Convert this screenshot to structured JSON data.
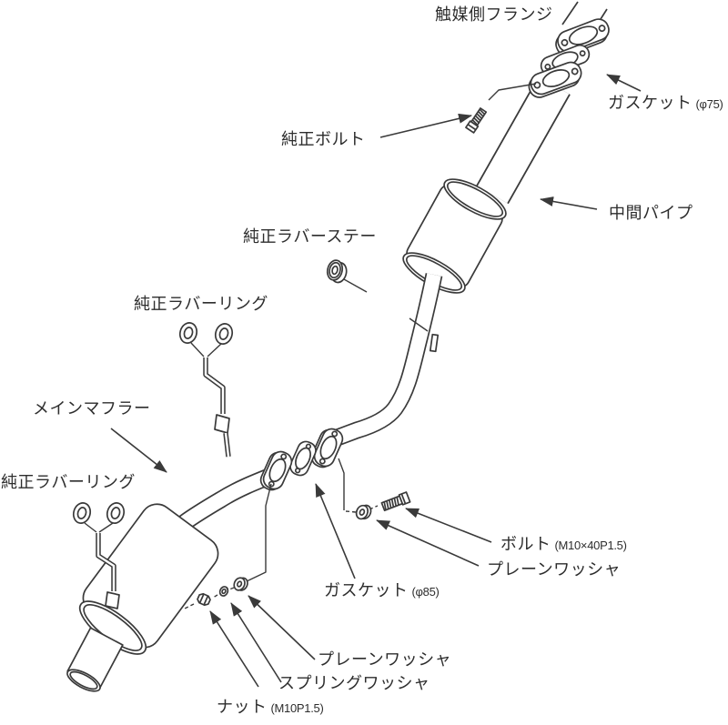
{
  "figure": {
    "type": "exhaust-system-parts-diagram",
    "background_color": "#ffffff",
    "line_color": "#3a3a3a",
    "text_color": "#2d2d2d"
  },
  "labels": {
    "catalyst_flange": {
      "text": "触媒側フランジ"
    },
    "gasket_75": {
      "text": "ガスケット",
      "spec": "(φ75)"
    },
    "stock_bolt": {
      "text": "純正ボルト"
    },
    "mid_pipe": {
      "text": "中間パイプ"
    },
    "stock_rubber_stay": {
      "text": "純正ラバーステー"
    },
    "stock_rubber_ring_upper": {
      "text": "純正ラバーリング"
    },
    "main_muffler": {
      "text": "メインマフラー"
    },
    "stock_rubber_ring_lower": {
      "text": "純正ラバーリング"
    },
    "bolt_m10": {
      "text": "ボルト",
      "spec": "(M10×40P1.5)"
    },
    "plain_washer_right": {
      "text": "プレーンワッシャ"
    },
    "gasket_85": {
      "text": "ガスケット",
      "spec": "(φ85)"
    },
    "plain_washer_bottom": {
      "text": "プレーンワッシャ"
    },
    "spring_washer": {
      "text": "スプリングワッシャ"
    },
    "nut_m10": {
      "text": "ナット",
      "spec": "(M10P1.5)"
    }
  }
}
